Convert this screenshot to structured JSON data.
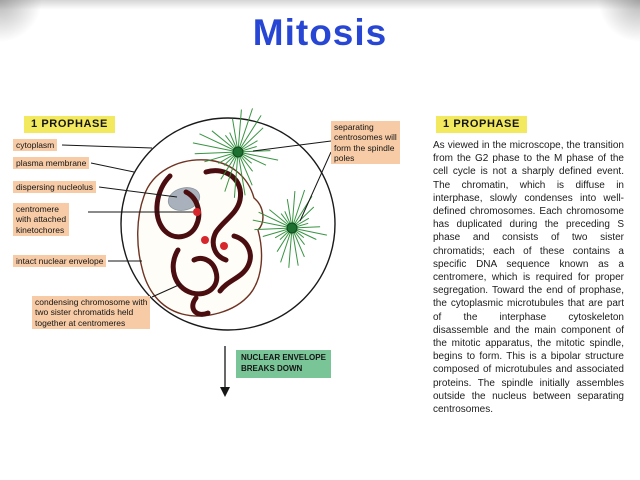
{
  "slide": {
    "title": "Mitosis"
  },
  "figure": {
    "phase_box": "1  PROPHASE",
    "labels": [
      {
        "id": "cytoplasm",
        "text": "cytoplasm"
      },
      {
        "id": "plasma-membrane",
        "text": "plasma membrane"
      },
      {
        "id": "dispersing-nucleolus",
        "text": "dispersing nucleolus"
      },
      {
        "id": "centromere",
        "text": "centromere\nwith attached\nkinetochores"
      },
      {
        "id": "intact-nuclear-envelope",
        "text": "intact nuclear envelope"
      },
      {
        "id": "condensing-chromosome",
        "text": "condensing chromosome with\ntwo sister chromatids held\ntogether at centromeres"
      },
      {
        "id": "separating-centrosomes",
        "text": "separating\ncentrosomes will\nform the spindle\npoles"
      }
    ],
    "event_box": "NUCLEAR ENVELOPE\nBREAKS DOWN"
  },
  "panel": {
    "heading": "1  PROPHASE",
    "body": "As viewed in the microscope, the transition from the G2 phase to the M phase of the cell cycle is not a sharply defined event. The chromatin, which is diffuse in interphase, slowly condenses into well-defined chromosomes. Each chromosome has duplicated during the preceding S phase and consists of two sister chromatids; each of these contains a specific DNA sequence known as a centromere, which is required for proper segregation. Toward the end of prophase, the cytoplasmic microtubules that are part of the interphase cytoskeleton disassemble and the main component of the mitotic apparatus, the mitotic spindle, begins to form. This is a bipolar structure composed of microtubules and associated proteins. The spindle initially assembles outside the nucleus between separating centrosomes."
  },
  "colors": {
    "title_blue": "#2746d4",
    "label_salmon": "#f6cba6",
    "label_yellow": "#f2e95f",
    "event_green": "#79c598",
    "chromosome_maroon": "#4a0d10",
    "centromere_red": "#d7262c",
    "spindle_green": "#2e8f38",
    "nuclear_envelope_brown": "#6e3322",
    "nucleolus_gray": "#a9b2bc"
  }
}
